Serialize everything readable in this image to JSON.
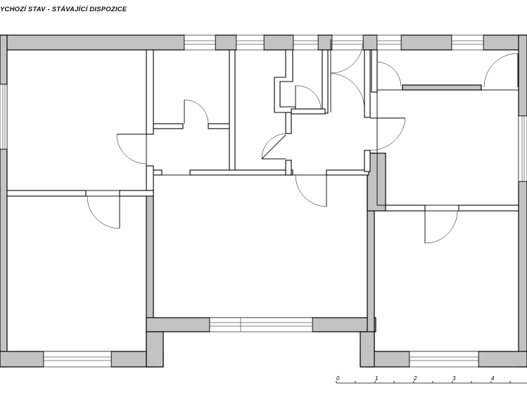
{
  "title": "YCHOZÍ STAV - STÁVAJÍCÍ DISPOZICE",
  "scale_bar": {
    "labels": [
      "0",
      "1",
      "2",
      "3",
      "4"
    ]
  },
  "colors": {
    "wall_fill": "#c3c3c3",
    "line": "#000000",
    "background": "#ffffff"
  }
}
